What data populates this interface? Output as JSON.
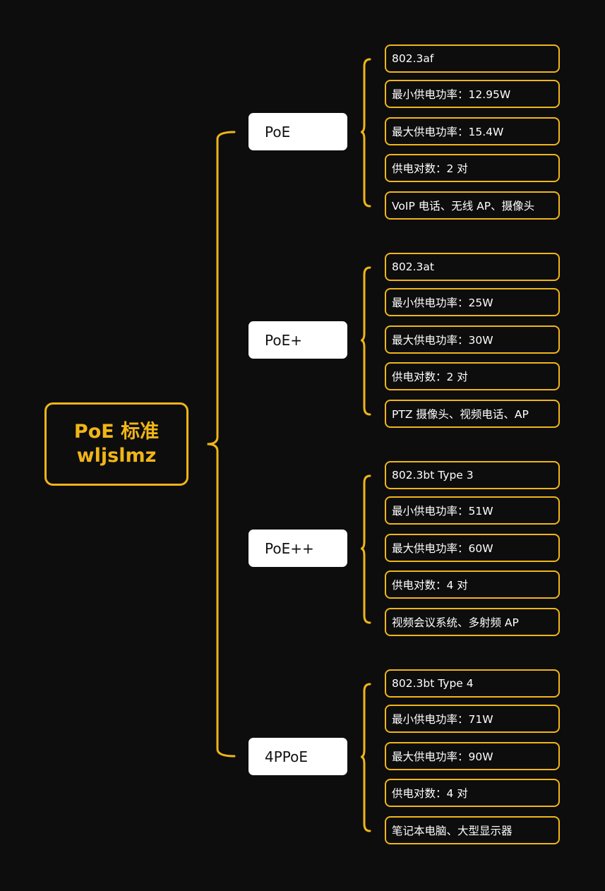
{
  "root": {
    "line1": "PoE 标准",
    "line2": "wljslmz"
  },
  "groups": [
    {
      "name": "PoE",
      "items": [
        "802.3af",
        "最小供电功率：12.95W",
        "最大供电功率：15.4W",
        "供电对数：2 对",
        "VoIP 电话、无线 AP、摄像头"
      ]
    },
    {
      "name": "PoE+",
      "items": [
        "802.3at",
        "最小供电功率：25W",
        "最大供电功率：30W",
        "供电对数：2 对",
        "PTZ 摄像头、视频电话、AP"
      ]
    },
    {
      "name": "PoE++",
      "items": [
        "802.3bt Type 3",
        "最小供电功率：51W",
        "最大供电功率：60W",
        "供电对数：4 对",
        "视频会议系统、多射频 AP"
      ]
    },
    {
      "name": "4PPoE",
      "items": [
        "802.3bt Type 4",
        "最小供电功率：71W",
        "最大供电功率：90W",
        "供电对数：4 对",
        "笔记本电脑、大型显示器"
      ]
    }
  ],
  "colors": {
    "background": "#0d0d0d",
    "accent": "#f0b518",
    "node_fill": "#ffffff",
    "node_text": "#111111",
    "leaf_text": "#ffffff"
  }
}
